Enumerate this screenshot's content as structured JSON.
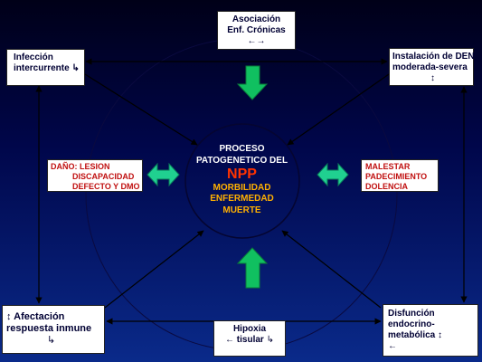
{
  "center": {
    "line1": "PROCESO",
    "line2": "PATOGENETICO DEL",
    "npp": "NPP",
    "outcomes": [
      "MORBILIDAD",
      "ENFERMEDAD",
      "MUERTE"
    ]
  },
  "boxes": {
    "top": {
      "lines": [
        "Asociación",
        "Enf. Crónicas"
      ],
      "symbol": "←→"
    },
    "left_top": {
      "lines": [
        "Infección",
        "intercurrente ↳"
      ]
    },
    "right_top": {
      "lines": [
        "Instalación de DEN",
        "moderada-severa"
      ],
      "symbol": "↕"
    },
    "bottom_left": {
      "line1_symbol": "↕",
      "line1": "Afectación",
      "line2": "respuesta inmune",
      "symbol": "↳"
    },
    "bottom_center": {
      "lines": [
        "Hipoxia"
      ],
      "line2_prefix": "←",
      "line2": "tisular",
      "line2_suffix": "↳"
    },
    "bottom_right": {
      "lines": [
        "Disfunción",
        "endocrino-"
      ],
      "line3": "metabólica",
      "line3_symbol": "↕",
      "symbol": "←"
    },
    "left_mid": {
      "lines": [
        "DAÑO: LESION",
        "DISCAPACIDAD",
        "DEFECTO Y DMO"
      ]
    },
    "right_mid": {
      "lines": [
        "MALESTAR",
        "PADECIMIENTO",
        "DOLENCIA"
      ]
    }
  },
  "colors": {
    "background_top": "#000018",
    "background_bottom": "#0a2a8a",
    "arrow_fill": "#10c060",
    "double_arrow_fill": "#20d090",
    "center_title": "#ffffff",
    "center_npp": "#ff3300",
    "center_outcomes": "#ffb000",
    "mid_box_text": "#c01010"
  }
}
